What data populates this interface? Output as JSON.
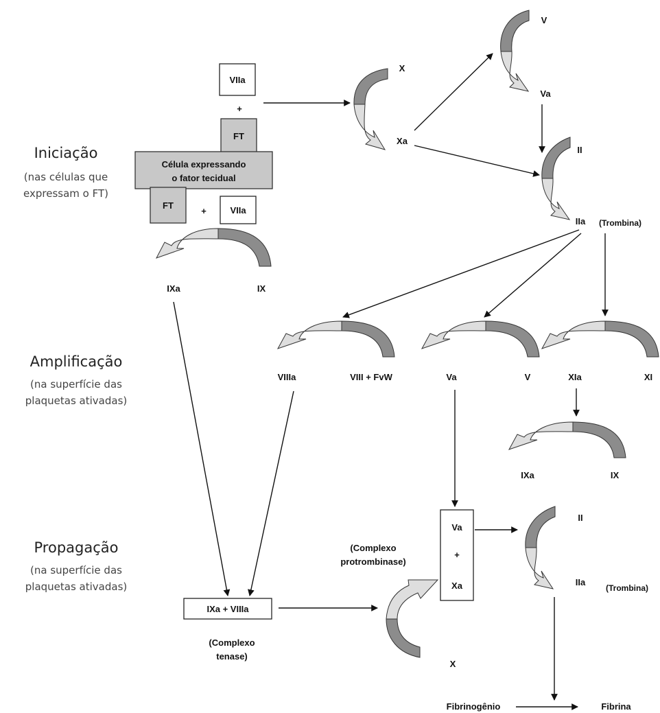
{
  "phases": {
    "initiation": {
      "title": "Iniciação",
      "sub1": "(nas células que",
      "sub2": "expressam o FT)"
    },
    "amplification": {
      "title": "Amplificação",
      "sub1": "(na superfície das",
      "sub2": "plaquetas ativadas)"
    },
    "propagation": {
      "title": "Propagação",
      "sub1": "(na superfície das",
      "sub2": "plaquetas ativadas)"
    }
  },
  "initiation": {
    "vii_a_top": "VIIa",
    "plus_top": "+",
    "ft_top": "FT",
    "cell_line1": "Célula expressando",
    "cell_line2": "o fator tecidual",
    "ft_bottom": "FT",
    "plus_bottom": "+",
    "vii_a_bottom": "VIIa",
    "ix_a": "IXa",
    "ix": "IX",
    "x": "X",
    "x_a": "Xa",
    "v": "V",
    "v_a": "Va",
    "ii": "II",
    "ii_a": "IIa",
    "thrombin": "(Trombina)"
  },
  "amplification": {
    "viii_a": "VIIIa",
    "viii_fvw": "VIII + FvW",
    "v_a": "Va",
    "v": "V",
    "xi_a": "XIa",
    "xi": "XI",
    "ix_a": "IXa",
    "ix": "IX"
  },
  "propagation": {
    "tenase_box": "IXa + VIIIa",
    "tenase_label1": "(Complexo",
    "tenase_label2": "tenase)",
    "prothrombinase_label1": "(Complexo",
    "prothrombinase_label2": "protrombinase)",
    "pt_va": "Va",
    "pt_plus": "+",
    "pt_xa": "Xa",
    "x": "X",
    "ii": "II",
    "ii_a": "IIa",
    "thrombin": "(Trombina)",
    "fibrinogen": "Fibrinogênio",
    "fibrin": "Fibrina"
  }
}
